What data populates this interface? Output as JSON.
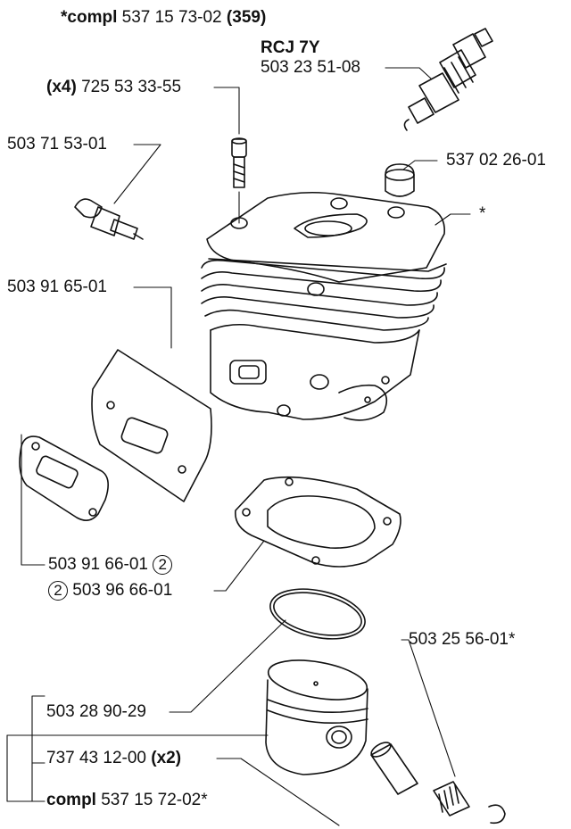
{
  "header": {
    "compl_prefix": "*compl",
    "compl_number": "537 15 73-02",
    "compl_qty": "(359)"
  },
  "plug": {
    "name": "RCJ 7Y",
    "number": "503 23 51-08"
  },
  "bolt": {
    "qty": "(x4)",
    "number": "725 53 33-55"
  },
  "valve": {
    "number": "503 71 53-01"
  },
  "cap": {
    "number": "537 02 26-01"
  },
  "cylinder": {
    "mark": "*"
  },
  "plate": {
    "number": "503 91 65-01"
  },
  "gasket_small": {
    "number": "503 91 66-01",
    "ref": "2"
  },
  "gasket_base": {
    "number": "503 96 66-01",
    "ref": "2"
  },
  "needle_bearing": {
    "number": "503 25 56-01*"
  },
  "ring": {
    "number": "503 28 90-29"
  },
  "pin": {
    "number": "737 43 12-00",
    "qty": "(x2)"
  },
  "piston_kit": {
    "prefix": "compl",
    "number": "537 15 72-02*"
  }
}
